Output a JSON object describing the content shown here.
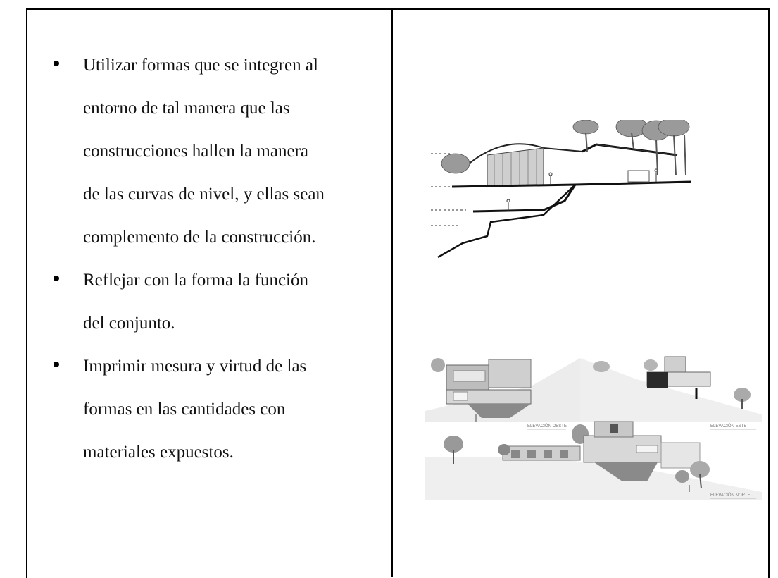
{
  "bullets": [
    {
      "lines": [
        "Utilizar formas que se integren al",
        "entorno de tal manera que las",
        "construcciones hallen la manera",
        "de las curvas de nivel, y ellas sean",
        "complemento de la construcción."
      ]
    },
    {
      "lines": [
        "Reflejar con la forma la función",
        "del conjunto."
      ]
    },
    {
      "lines": [
        "Imprimir  mesura y virtud de las",
        "formas en las cantidades con",
        "materiales expuestos."
      ]
    }
  ],
  "figures": {
    "section": {
      "description_label": ""
    },
    "elevations": {
      "west_label": "ELEVACIÓN OESTE",
      "east_label": "ELEVACIÓN ESTE",
      "north_label": "ELEVACIÓN NORTE"
    }
  }
}
